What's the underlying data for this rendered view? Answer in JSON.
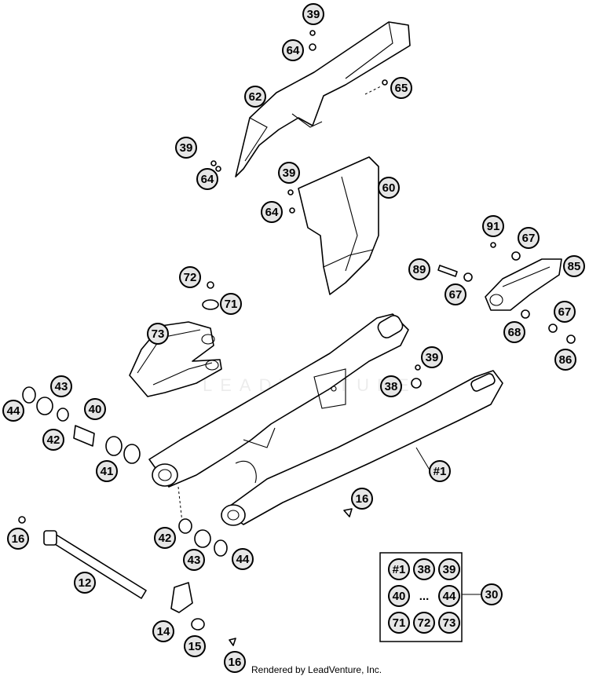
{
  "callouts": [
    {
      "id": "c-39-top",
      "label": "39"
    },
    {
      "id": "c-64-top",
      "label": "64"
    },
    {
      "id": "c-65",
      "label": "65"
    },
    {
      "id": "c-62",
      "label": "62"
    },
    {
      "id": "c-39-left",
      "label": "39"
    },
    {
      "id": "c-64-left",
      "label": "64"
    },
    {
      "id": "c-39-mid",
      "label": "39"
    },
    {
      "id": "c-60",
      "label": "60"
    },
    {
      "id": "c-64-mid",
      "label": "64"
    },
    {
      "id": "c-91",
      "label": "91"
    },
    {
      "id": "c-67-top",
      "label": "67"
    },
    {
      "id": "c-89",
      "label": "89"
    },
    {
      "id": "c-85",
      "label": "85"
    },
    {
      "id": "c-72",
      "label": "72"
    },
    {
      "id": "c-71",
      "label": "71"
    },
    {
      "id": "c-67-mid",
      "label": "67"
    },
    {
      "id": "c-67-right",
      "label": "67"
    },
    {
      "id": "c-73",
      "label": "73"
    },
    {
      "id": "c-68",
      "label": "68"
    },
    {
      "id": "c-86",
      "label": "86"
    },
    {
      "id": "c-39-swing",
      "label": "39"
    },
    {
      "id": "c-38",
      "label": "38"
    },
    {
      "id": "c-43-top",
      "label": "43"
    },
    {
      "id": "c-44-top",
      "label": "44"
    },
    {
      "id": "c-40",
      "label": "40"
    },
    {
      "id": "c-42-top",
      "label": "42"
    },
    {
      "id": "c-41",
      "label": "41"
    },
    {
      "id": "c-1",
      "label": "#1"
    },
    {
      "id": "c-16-mid",
      "label": "16"
    },
    {
      "id": "c-16-left",
      "label": "16"
    },
    {
      "id": "c-42-bot",
      "label": "42"
    },
    {
      "id": "c-43-bot",
      "label": "43"
    },
    {
      "id": "c-44-bot",
      "label": "44"
    },
    {
      "id": "c-12",
      "label": "12"
    },
    {
      "id": "c-14",
      "label": "14"
    },
    {
      "id": "c-15",
      "label": "15"
    },
    {
      "id": "c-16-bot",
      "label": "16"
    },
    {
      "id": "c-30",
      "label": "30"
    }
  ],
  "kit_legend": {
    "row1": [
      "#1",
      "38",
      "39"
    ],
    "row2": [
      "40",
      "...",
      "44"
    ],
    "row3": [
      "71",
      "72",
      "73"
    ]
  },
  "watermark": "LEADVENTURE",
  "footer": "Rendered by LeadVenture, Inc."
}
